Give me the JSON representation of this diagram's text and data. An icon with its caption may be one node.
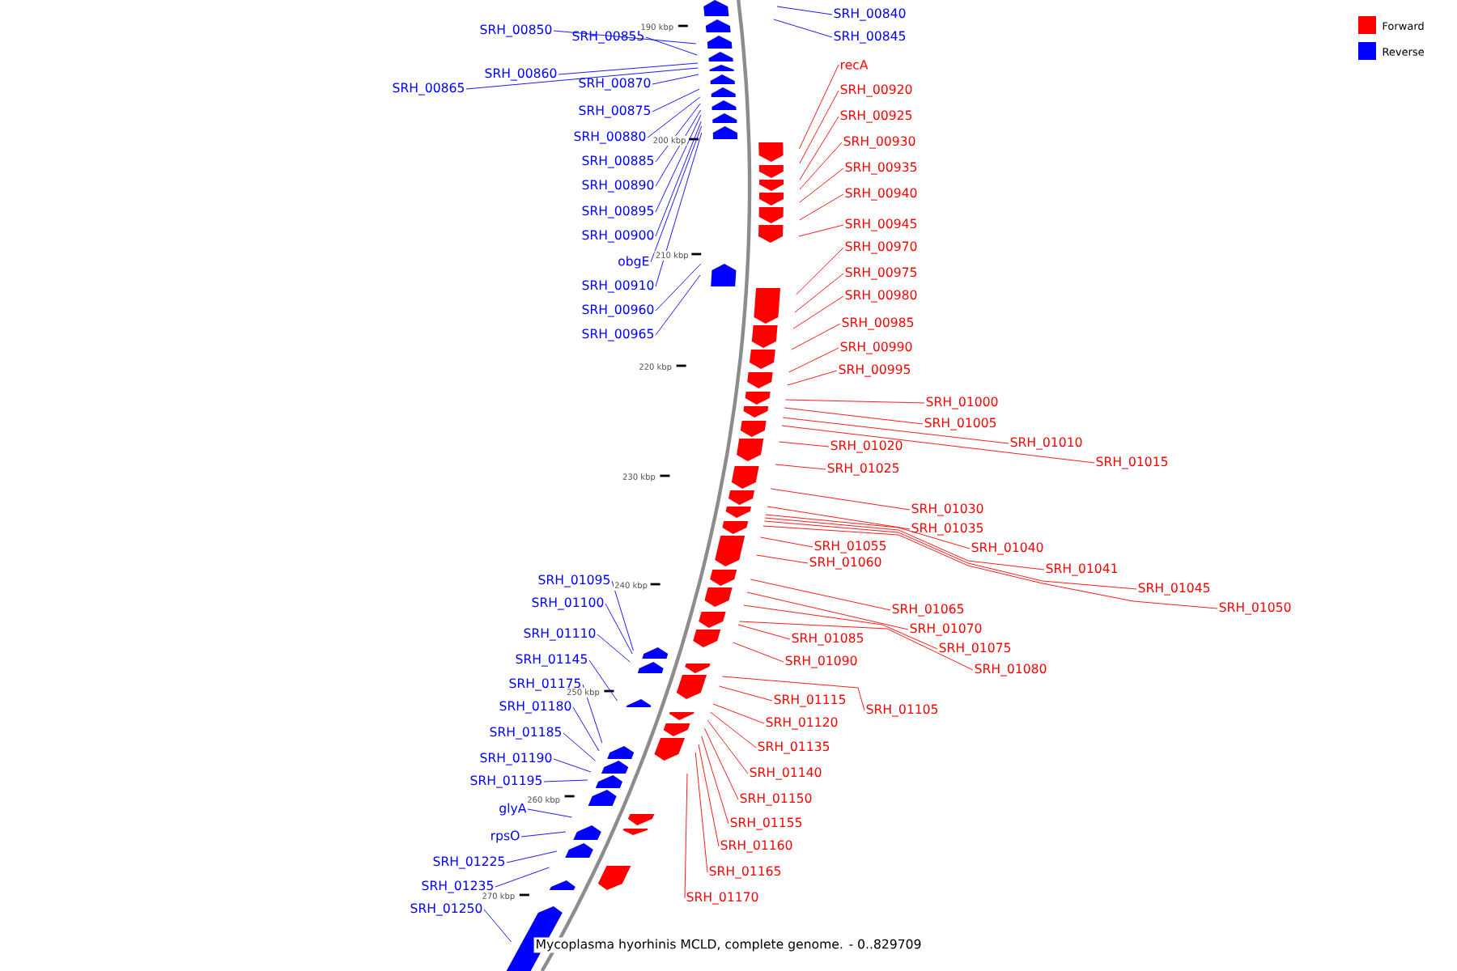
{
  "diagram": {
    "caption": "Mycoplasma hyorhinis MCLD, complete genome. - 0..829709",
    "nodes": [
      {
        "text": [
          "SRH_00840"
        ]
      },
      {
        "text": [
          "SRH_00845"
        ]
      },
      {
        "text": [
          "SRH_00850"
        ]
      },
      {
        "text": [
          "SRH_00855"
        ]
      },
      {
        "text": [
          "SRH_00860"
        ]
      },
      {
        "text": [
          "SRH_00865"
        ]
      },
      {
        "text": [
          "SRH_00870"
        ]
      },
      {
        "text": [
          "SRH_00875"
        ]
      },
      {
        "text": [
          "SRH_00880"
        ]
      },
      {
        "text": [
          "SRH_00885"
        ]
      },
      {
        "text": [
          "SRH_00890"
        ]
      },
      {
        "text": [
          "SRH_00895"
        ]
      },
      {
        "text": [
          "SRH_00900"
        ]
      },
      {
        "text": [
          "obgE"
        ]
      },
      {
        "text": [
          "SRH_00910"
        ]
      },
      {
        "text": [
          "SRH_00960"
        ]
      },
      {
        "text": [
          "SRH_00965"
        ]
      },
      {
        "text": [
          "recA"
        ]
      },
      {
        "text": [
          "SRH_00920"
        ]
      },
      {
        "text": [
          "SRH_00925"
        ]
      },
      {
        "text": [
          "SRH_00930"
        ]
      },
      {
        "text": [
          "SRH_00935"
        ]
      },
      {
        "text": [
          "SRH_00940"
        ]
      },
      {
        "text": [
          "SRH_00945"
        ]
      },
      {
        "text": [
          "SRH_00970"
        ]
      },
      {
        "text": [
          "SRH_00975"
        ]
      },
      {
        "text": [
          "SRH_00980"
        ]
      },
      {
        "text": [
          "SRH_00985"
        ]
      },
      {
        "text": [
          "SRH_00990"
        ]
      },
      {
        "text": [
          "SRH_00995"
        ]
      },
      {
        "text": [
          "SRH_01000"
        ]
      },
      {
        "text": [
          "SRH_01005"
        ]
      },
      {
        "text": [
          "SRH_01010"
        ]
      },
      {
        "text": [
          "SRH_01015"
        ]
      },
      {
        "text": [
          "SRH_01020"
        ]
      },
      {
        "text": [
          "SRH_01025"
        ]
      },
      {
        "text": [
          "SRH_01030"
        ]
      },
      {
        "text": [
          "SRH_01035"
        ]
      },
      {
        "text": [
          "SRH_01040"
        ]
      },
      {
        "text": [
          "SRH_01041"
        ]
      },
      {
        "text": [
          "SRH_01045"
        ]
      },
      {
        "text": [
          "SRH_01050"
        ]
      },
      {
        "text": [
          "SRH_01055"
        ]
      },
      {
        "text": [
          "SRH_01060"
        ]
      },
      {
        "text": [
          "SRH_01065"
        ]
      },
      {
        "text": [
          "SRH_01070"
        ]
      },
      {
        "text": [
          "SRH_01075"
        ]
      },
      {
        "text": [
          "SRH_01080"
        ]
      },
      {
        "text": [
          "SRH_01085"
        ]
      },
      {
        "text": [
          "SRH_01090"
        ]
      },
      {
        "text": [
          "SRH_01105"
        ]
      },
      {
        "text": [
          "SRH_01115"
        ]
      },
      {
        "text": [
          "SRH_01120"
        ]
      },
      {
        "text": [
          "SRH_01135"
        ]
      },
      {
        "text": [
          "SRH_01140"
        ]
      },
      {
        "text": [
          "SRH_01150"
        ]
      },
      {
        "text": [
          "SRH_01155"
        ]
      },
      {
        "text": [
          "SRH_01160"
        ]
      },
      {
        "text": [
          "SRH_01165"
        ]
      },
      {
        "text": [
          "SRH_01170"
        ]
      },
      {
        "text": [
          "SRH_01095"
        ]
      },
      {
        "text": [
          "SRH_01100"
        ]
      },
      {
        "text": [
          "SRH_01110"
        ]
      },
      {
        "text": [
          "SRH_01145"
        ]
      },
      {
        "text": [
          "SRH_01175"
        ]
      },
      {
        "text": [
          "SRH_01180"
        ]
      },
      {
        "text": [
          "SRH_01185"
        ]
      },
      {
        "text": [
          "SRH_01190"
        ]
      },
      {
        "text": [
          "SRH_01195"
        ]
      },
      {
        "text": [
          "glyA"
        ]
      },
      {
        "text": [
          "rpsO"
        ]
      },
      {
        "text": [
          "SRH_01225"
        ]
      },
      {
        "text": [
          "SRH_01235"
        ]
      },
      {
        "text": [
          "SRH_01250"
        ]
      }
    ],
    "edges": [
      {
        "from": 0,
        "to": null,
        "arrow": "none",
        "color": "#0000ff"
      },
      {
        "from": 1,
        "to": null,
        "arrow": "none",
        "color": "#0000ff"
      },
      {
        "from": 2,
        "to": null,
        "arrow": "none",
        "color": "#0000ff"
      },
      {
        "from": 3,
        "to": null,
        "arrow": "none",
        "color": "#0000ff"
      },
      {
        "from": 4,
        "to": null,
        "arrow": "none",
        "color": "#0000ff"
      },
      {
        "from": 5,
        "to": null,
        "arrow": "none",
        "color": "#0000ff"
      },
      {
        "from": 6,
        "to": null,
        "arrow": "none",
        "color": "#0000ff"
      },
      {
        "from": 7,
        "to": null,
        "arrow": "none",
        "color": "#0000ff"
      },
      {
        "from": 8,
        "to": null,
        "arrow": "none",
        "color": "#0000ff"
      },
      {
        "from": 9,
        "to": null,
        "arrow": "none",
        "color": "#0000ff"
      },
      {
        "from": 10,
        "to": null,
        "arrow": "none",
        "color": "#0000ff"
      },
      {
        "from": 11,
        "to": null,
        "arrow": "none",
        "color": "#0000ff"
      },
      {
        "from": 12,
        "to": null,
        "arrow": "none",
        "color": "#0000ff"
      },
      {
        "from": 13,
        "to": null,
        "arrow": "none",
        "color": "#0000ff"
      },
      {
        "from": 14,
        "to": null,
        "arrow": "none",
        "color": "#0000ff"
      },
      {
        "from": 15,
        "to": null,
        "arrow": "none",
        "color": "#0000ff"
      },
      {
        "from": 16,
        "to": null,
        "arrow": "none",
        "color": "#0000ff"
      },
      {
        "from": 17,
        "to": null,
        "arrow": "none"
      },
      {
        "from": 18,
        "to": null,
        "arrow": "none"
      },
      {
        "from": 19,
        "to": null,
        "arrow": "none"
      },
      {
        "from": 20,
        "to": null,
        "arrow": "none"
      },
      {
        "from": 21,
        "to": null,
        "arrow": "none"
      },
      {
        "from": 22,
        "to": null,
        "arrow": "none"
      },
      {
        "from": 23,
        "to": null,
        "arrow": "none"
      },
      {
        "from": 24,
        "to": null,
        "arrow": "none"
      },
      {
        "from": 25,
        "to": null,
        "arrow": "none"
      },
      {
        "from": 26,
        "to": null,
        "arrow": "none"
      },
      {
        "from": 27,
        "to": null,
        "arrow": "none"
      },
      {
        "from": 28,
        "to": null,
        "arrow": "none"
      },
      {
        "from": 29,
        "to": null,
        "arrow": "none"
      },
      {
        "from": 30,
        "to": null,
        "arrow": "none"
      },
      {
        "from": 31,
        "to": null,
        "arrow": "none"
      },
      {
        "from": 32,
        "to": null,
        "arrow": "none"
      },
      {
        "from": 33,
        "to": null,
        "arrow": "none"
      },
      {
        "from": 34,
        "to": null,
        "arrow": "none"
      },
      {
        "from": 35,
        "to": null,
        "arrow": "none"
      },
      {
        "from": 36,
        "to": null,
        "arrow": "none"
      },
      {
        "from": 37,
        "to": null,
        "arrow": "none"
      },
      {
        "from": 38,
        "to": null,
        "arrow": "none"
      },
      {
        "from": 39,
        "to": null,
        "arrow": "none"
      },
      {
        "from": 40,
        "to": null,
        "arrow": "none"
      },
      {
        "from": 41,
        "to": null,
        "arrow": "none"
      },
      {
        "from": 42,
        "to": null,
        "arrow": "none"
      },
      {
        "from": 43,
        "to": null,
        "arrow": "none"
      },
      {
        "from": 44,
        "to": null,
        "arrow": "none"
      },
      {
        "from": 45,
        "to": null,
        "arrow": "none"
      },
      {
        "from": 46,
        "to": null,
        "arrow": "none"
      },
      {
        "from": 47,
        "to": null,
        "arrow": "none"
      },
      {
        "from": 48,
        "to": null,
        "arrow": "none"
      },
      {
        "from": 49,
        "to": null,
        "arrow": "none"
      },
      {
        "from": 50,
        "to": null,
        "arrow": "none"
      },
      {
        "from": 51,
        "to": null,
        "arrow": "none"
      },
      {
        "from": 52,
        "to": null,
        "arrow": "none"
      },
      {
        "from": 53,
        "to": null,
        "arrow": "none"
      },
      {
        "from": 54,
        "to": null,
        "arrow": "none"
      },
      {
        "from": 55,
        "to": null,
        "arrow": "none"
      },
      {
        "from": 56,
        "to": null,
        "arrow": "none"
      },
      {
        "from": 57,
        "to": null,
        "arrow": "none"
      },
      {
        "from": 58,
        "to": null,
        "arrow": "none"
      },
      {
        "from": 59,
        "to": null,
        "arrow": "none"
      },
      {
        "from": 60,
        "to": null,
        "arrow": "none",
        "color": "#0000ff"
      },
      {
        "from": 61,
        "to": null,
        "arrow": "none",
        "color": "#0000ff"
      },
      {
        "from": 62,
        "to": null,
        "arrow": "none",
        "color": "#0000ff"
      },
      {
        "from": 63,
        "to": null,
        "arrow": "none",
        "color": "#0000ff"
      },
      {
        "from": 64,
        "to": null,
        "arrow": "none",
        "color": "#0000ff"
      },
      {
        "from": 65,
        "to": null,
        "arrow": "none",
        "color": "#0000ff"
      },
      {
        "from": 66,
        "to": null,
        "arrow": "none",
        "color": "#0000ff"
      },
      {
        "from": 67,
        "to": null,
        "arrow": "none",
        "color": "#0000ff"
      },
      {
        "from": 68,
        "to": null,
        "arrow": "none",
        "color": "#0000ff"
      },
      {
        "from": 69,
        "to": null,
        "arrow": "none",
        "color": "#0000ff"
      },
      {
        "from": 70,
        "to": null,
        "arrow": "none",
        "color": "#0000ff"
      },
      {
        "from": 71,
        "to": null,
        "arrow": "none",
        "color": "#0000ff"
      },
      {
        "from": 72,
        "to": null,
        "arrow": "none",
        "color": "#0000ff"
      },
      {
        "from": 73,
        "to": null,
        "arrow": "none",
        "color": "#0000ff"
      }
    ],
    "labels": [
      "190 kbp",
      "200 kbp",
      "210 kbp",
      "220 kbp",
      "230 kbp",
      "240 kbp",
      "250 kbp",
      "260 kbp",
      "270 kbp"
    ],
    "legend": [
      {
        "text": "Forward",
        "color": "#ff0000"
      },
      {
        "text": "Reverse",
        "color": "#0000ff"
      }
    ]
  }
}
